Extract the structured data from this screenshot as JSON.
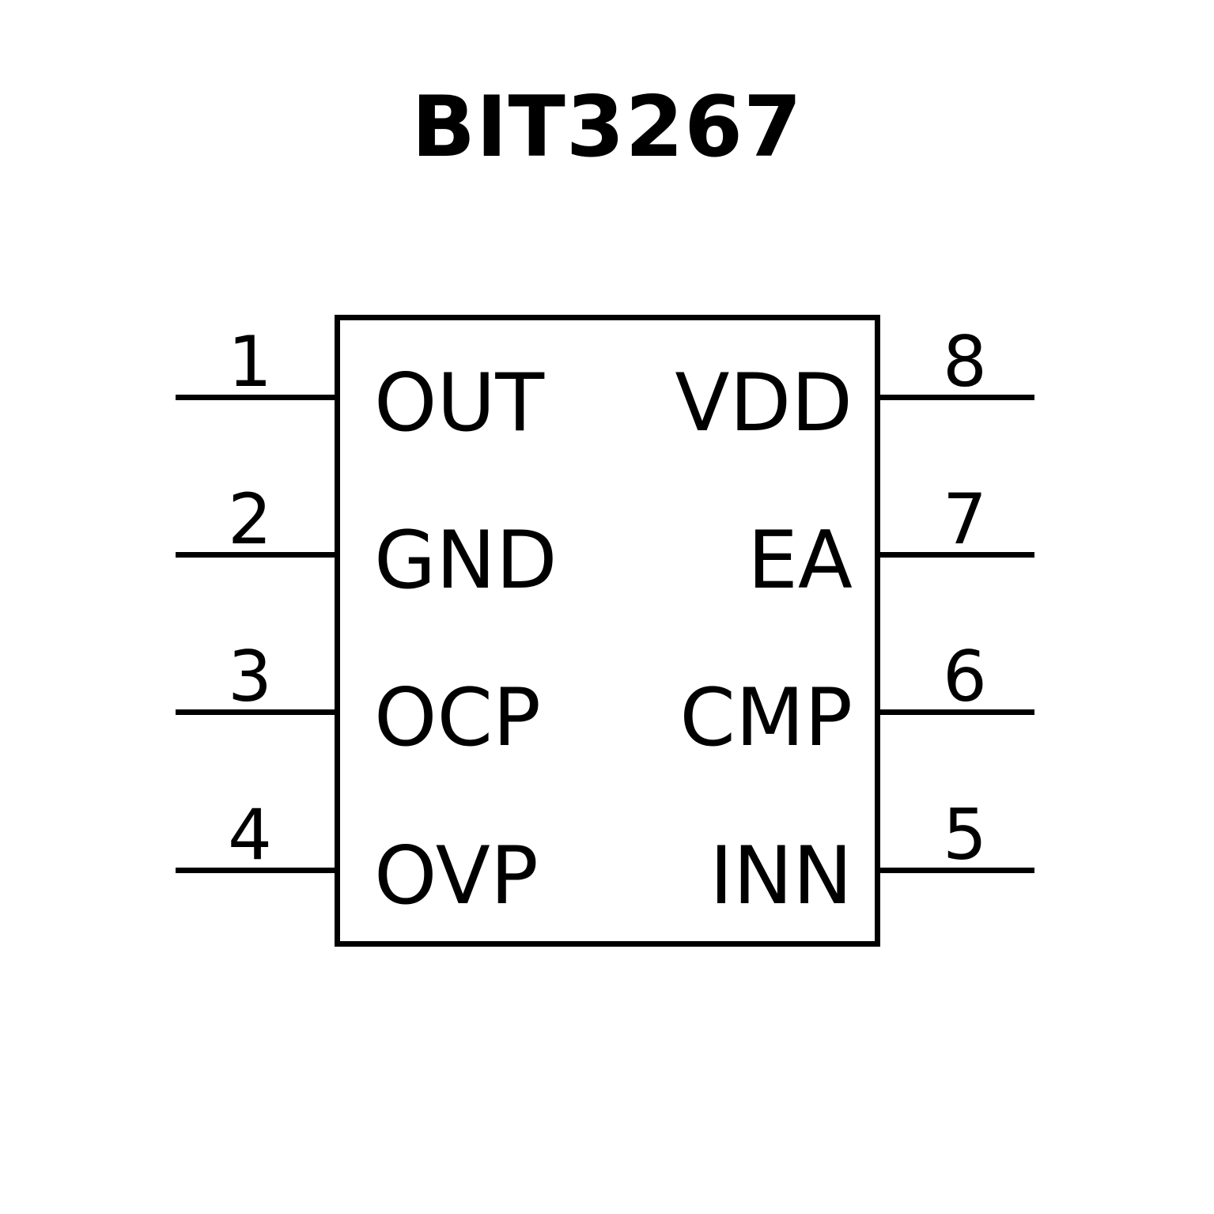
{
  "title": "BIT3267",
  "colors": {
    "ink": "#000000",
    "background": "#ffffff"
  },
  "package": {
    "outline": "rectangle",
    "pin_count": 8
  },
  "pins": {
    "left": [
      {
        "number": "1",
        "name": "OUT"
      },
      {
        "number": "2",
        "name": "GND"
      },
      {
        "number": "3",
        "name": "OCP"
      },
      {
        "number": "4",
        "name": "OVP"
      }
    ],
    "right": [
      {
        "number": "8",
        "name": "VDD"
      },
      {
        "number": "7",
        "name": "EA"
      },
      {
        "number": "6",
        "name": "CMP"
      },
      {
        "number": "5",
        "name": "INN"
      }
    ]
  }
}
